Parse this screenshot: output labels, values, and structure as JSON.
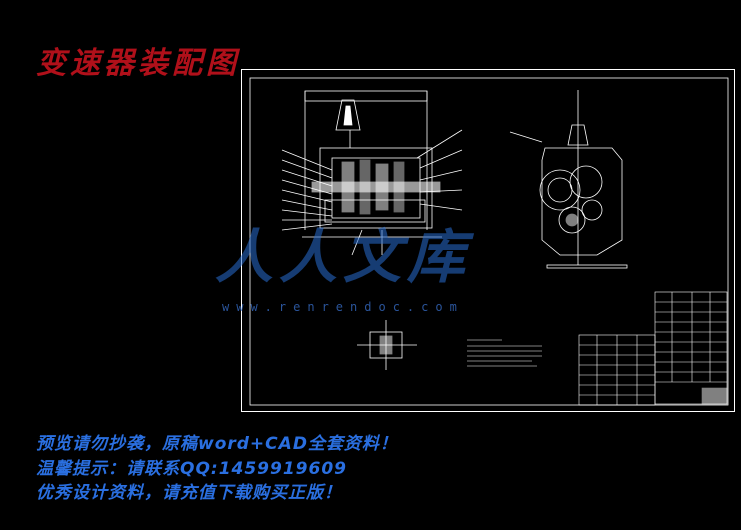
{
  "title": "变速器装配图",
  "watermark": {
    "brand": "人人文库",
    "url": "www.renrendoc.com"
  },
  "notes": [
    "预览请勿抄袭，原稿word+CAD全套资料！",
    "温馨提示：请联系QQ:1459919609",
    "优秀设计资料，请充值下载购买正版！"
  ],
  "colors": {
    "title": "#b0101a",
    "notes": "#2a6fe0",
    "background": "#000000",
    "lines": "#ffffff"
  }
}
